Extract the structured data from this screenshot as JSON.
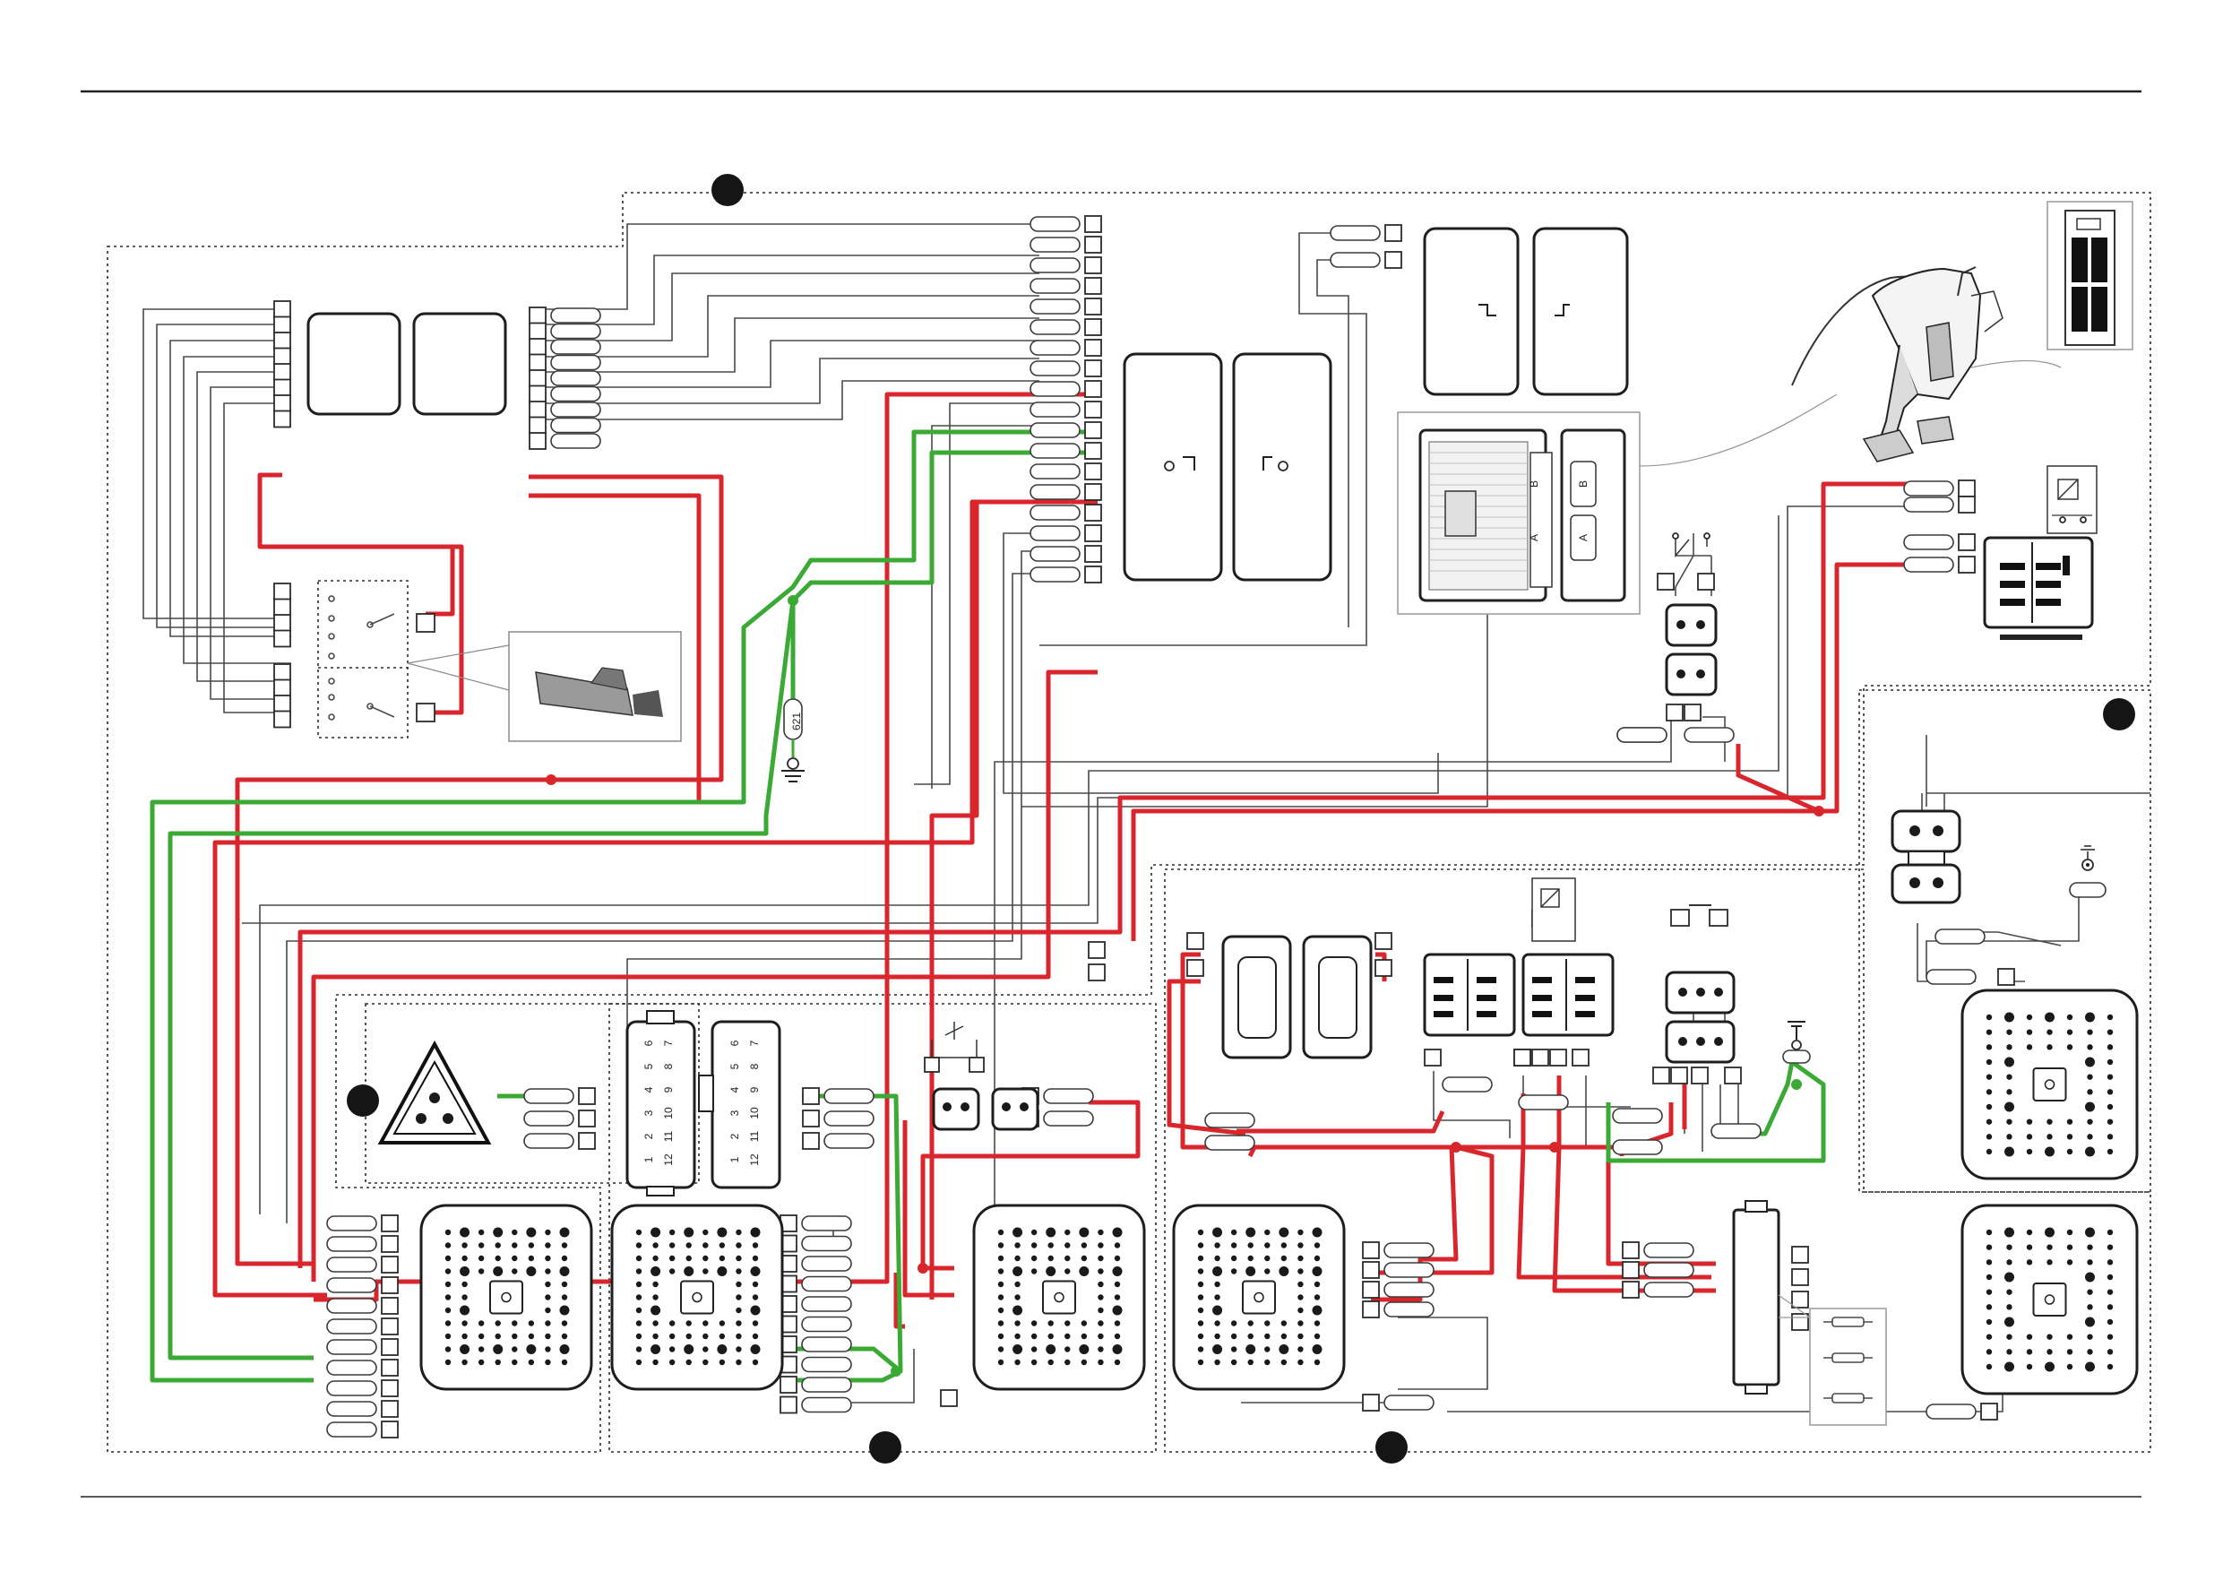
{
  "diagram": {
    "labels": {
      "ground_wire_code": "621"
    },
    "pin_labels": {
      "left_connector": [
        "6",
        "5",
        "4",
        "3",
        "2",
        "1",
        "7",
        "8",
        "9",
        "10",
        "11",
        "12"
      ],
      "right_connector": [
        "6",
        "5",
        "4",
        "3",
        "2",
        "1",
        "7",
        "8",
        "9",
        "10",
        "11",
        "12"
      ],
      "ecu_socket_side_a": "A",
      "ecu_socket_side_b": "B"
    },
    "colors": {
      "power_wire": "#d9262c",
      "ground_wire": "#3aaa35",
      "signal_wire": "#4a4a4a"
    },
    "icons": [
      "warning-triangle-icon",
      "ground-symbol-icon",
      "fuse-icon",
      "relay-icon",
      "sensor-icon",
      "ecu-module-icon",
      "tractor-cab-icon"
    ]
  }
}
